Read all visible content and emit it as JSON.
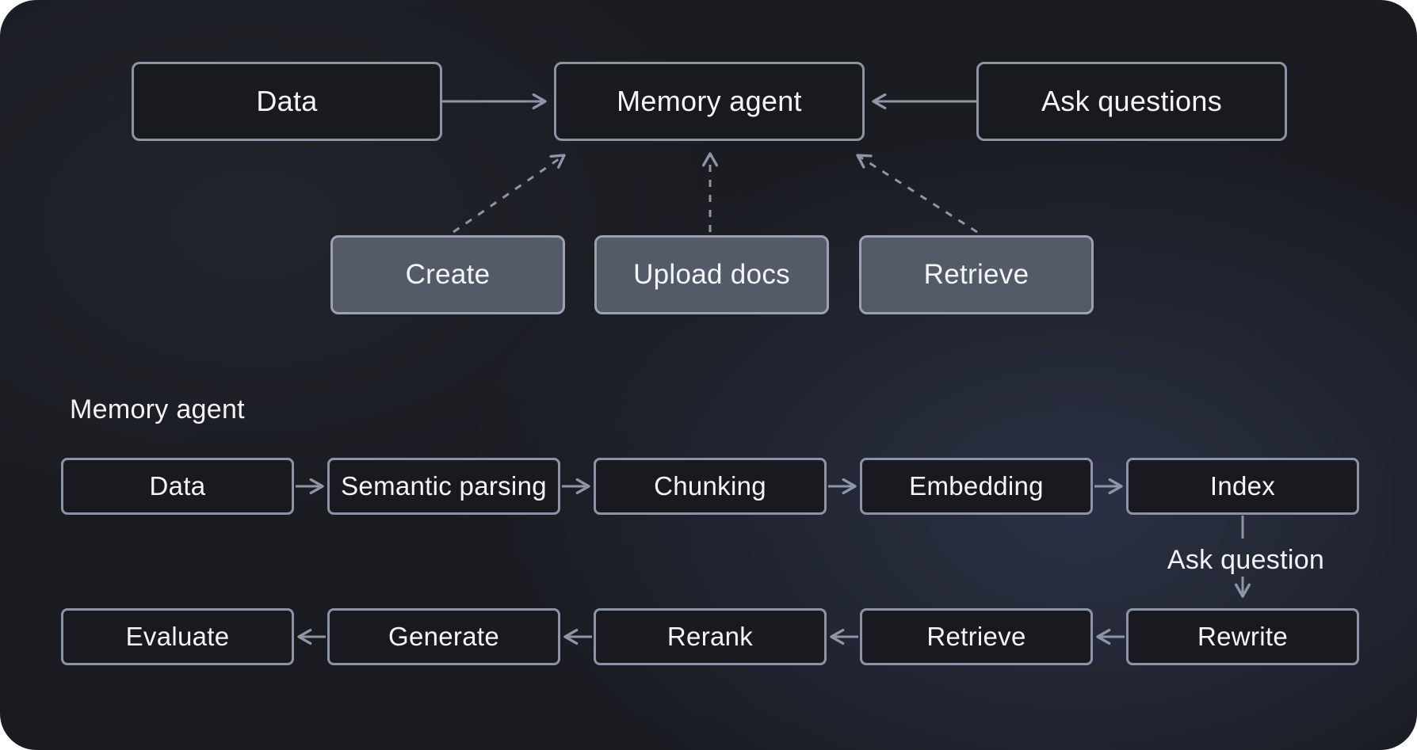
{
  "diagram": {
    "overview": {
      "data": "Data",
      "memory_agent": "Memory agent",
      "ask_questions": "Ask questions",
      "create": "Create",
      "upload_docs": "Upload docs",
      "retrieve": "Retrieve"
    },
    "pipeline": {
      "section_label": "Memory agent",
      "row1": {
        "data": "Data",
        "semantic_parsing": "Semantic parsing",
        "chunking": "Chunking",
        "embedding": "Embedding",
        "index": "Index"
      },
      "connector_label": "Ask question",
      "row2": {
        "evaluate": "Evaluate",
        "generate": "Generate",
        "rerank": "Rerank",
        "retrieve": "Retrieve",
        "rewrite": "Rewrite"
      }
    },
    "colors": {
      "background_base": "#1a1c22",
      "background_glow": "#2b3144",
      "node_dark_fill": "#191a1f",
      "node_dark_border": "#8b94a7",
      "node_gray_fill": "#545b68",
      "node_gray_border": "#99a1b3",
      "arrow": "#8d95a7",
      "text": "#f4f5f7"
    }
  }
}
